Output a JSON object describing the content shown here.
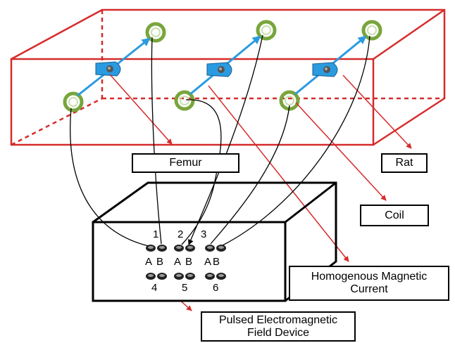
{
  "labels": {
    "femur": "Femur",
    "rat": "Rat",
    "coil": "Coil",
    "magnetic_line1": "Homogenous Magnetic",
    "magnetic_line2": "Current",
    "device_line1": "Pulsed Electromagnetic",
    "device_line2": "Field Device"
  },
  "device": {
    "ports": [
      {
        "number": "1",
        "a": "A",
        "b": "B"
      },
      {
        "number": "2",
        "a": "A",
        "b": "B"
      },
      {
        "number": "3",
        "a": "A",
        "b": "B"
      },
      {
        "number": "4"
      },
      {
        "number": "5"
      },
      {
        "number": "6"
      }
    ]
  },
  "colors": {
    "rat_box": "#d62b2b",
    "pointer_arrow": "#d62b2b",
    "femur_axis": "#2a9be0",
    "coil": "#78a53c",
    "wire": "#000000"
  }
}
